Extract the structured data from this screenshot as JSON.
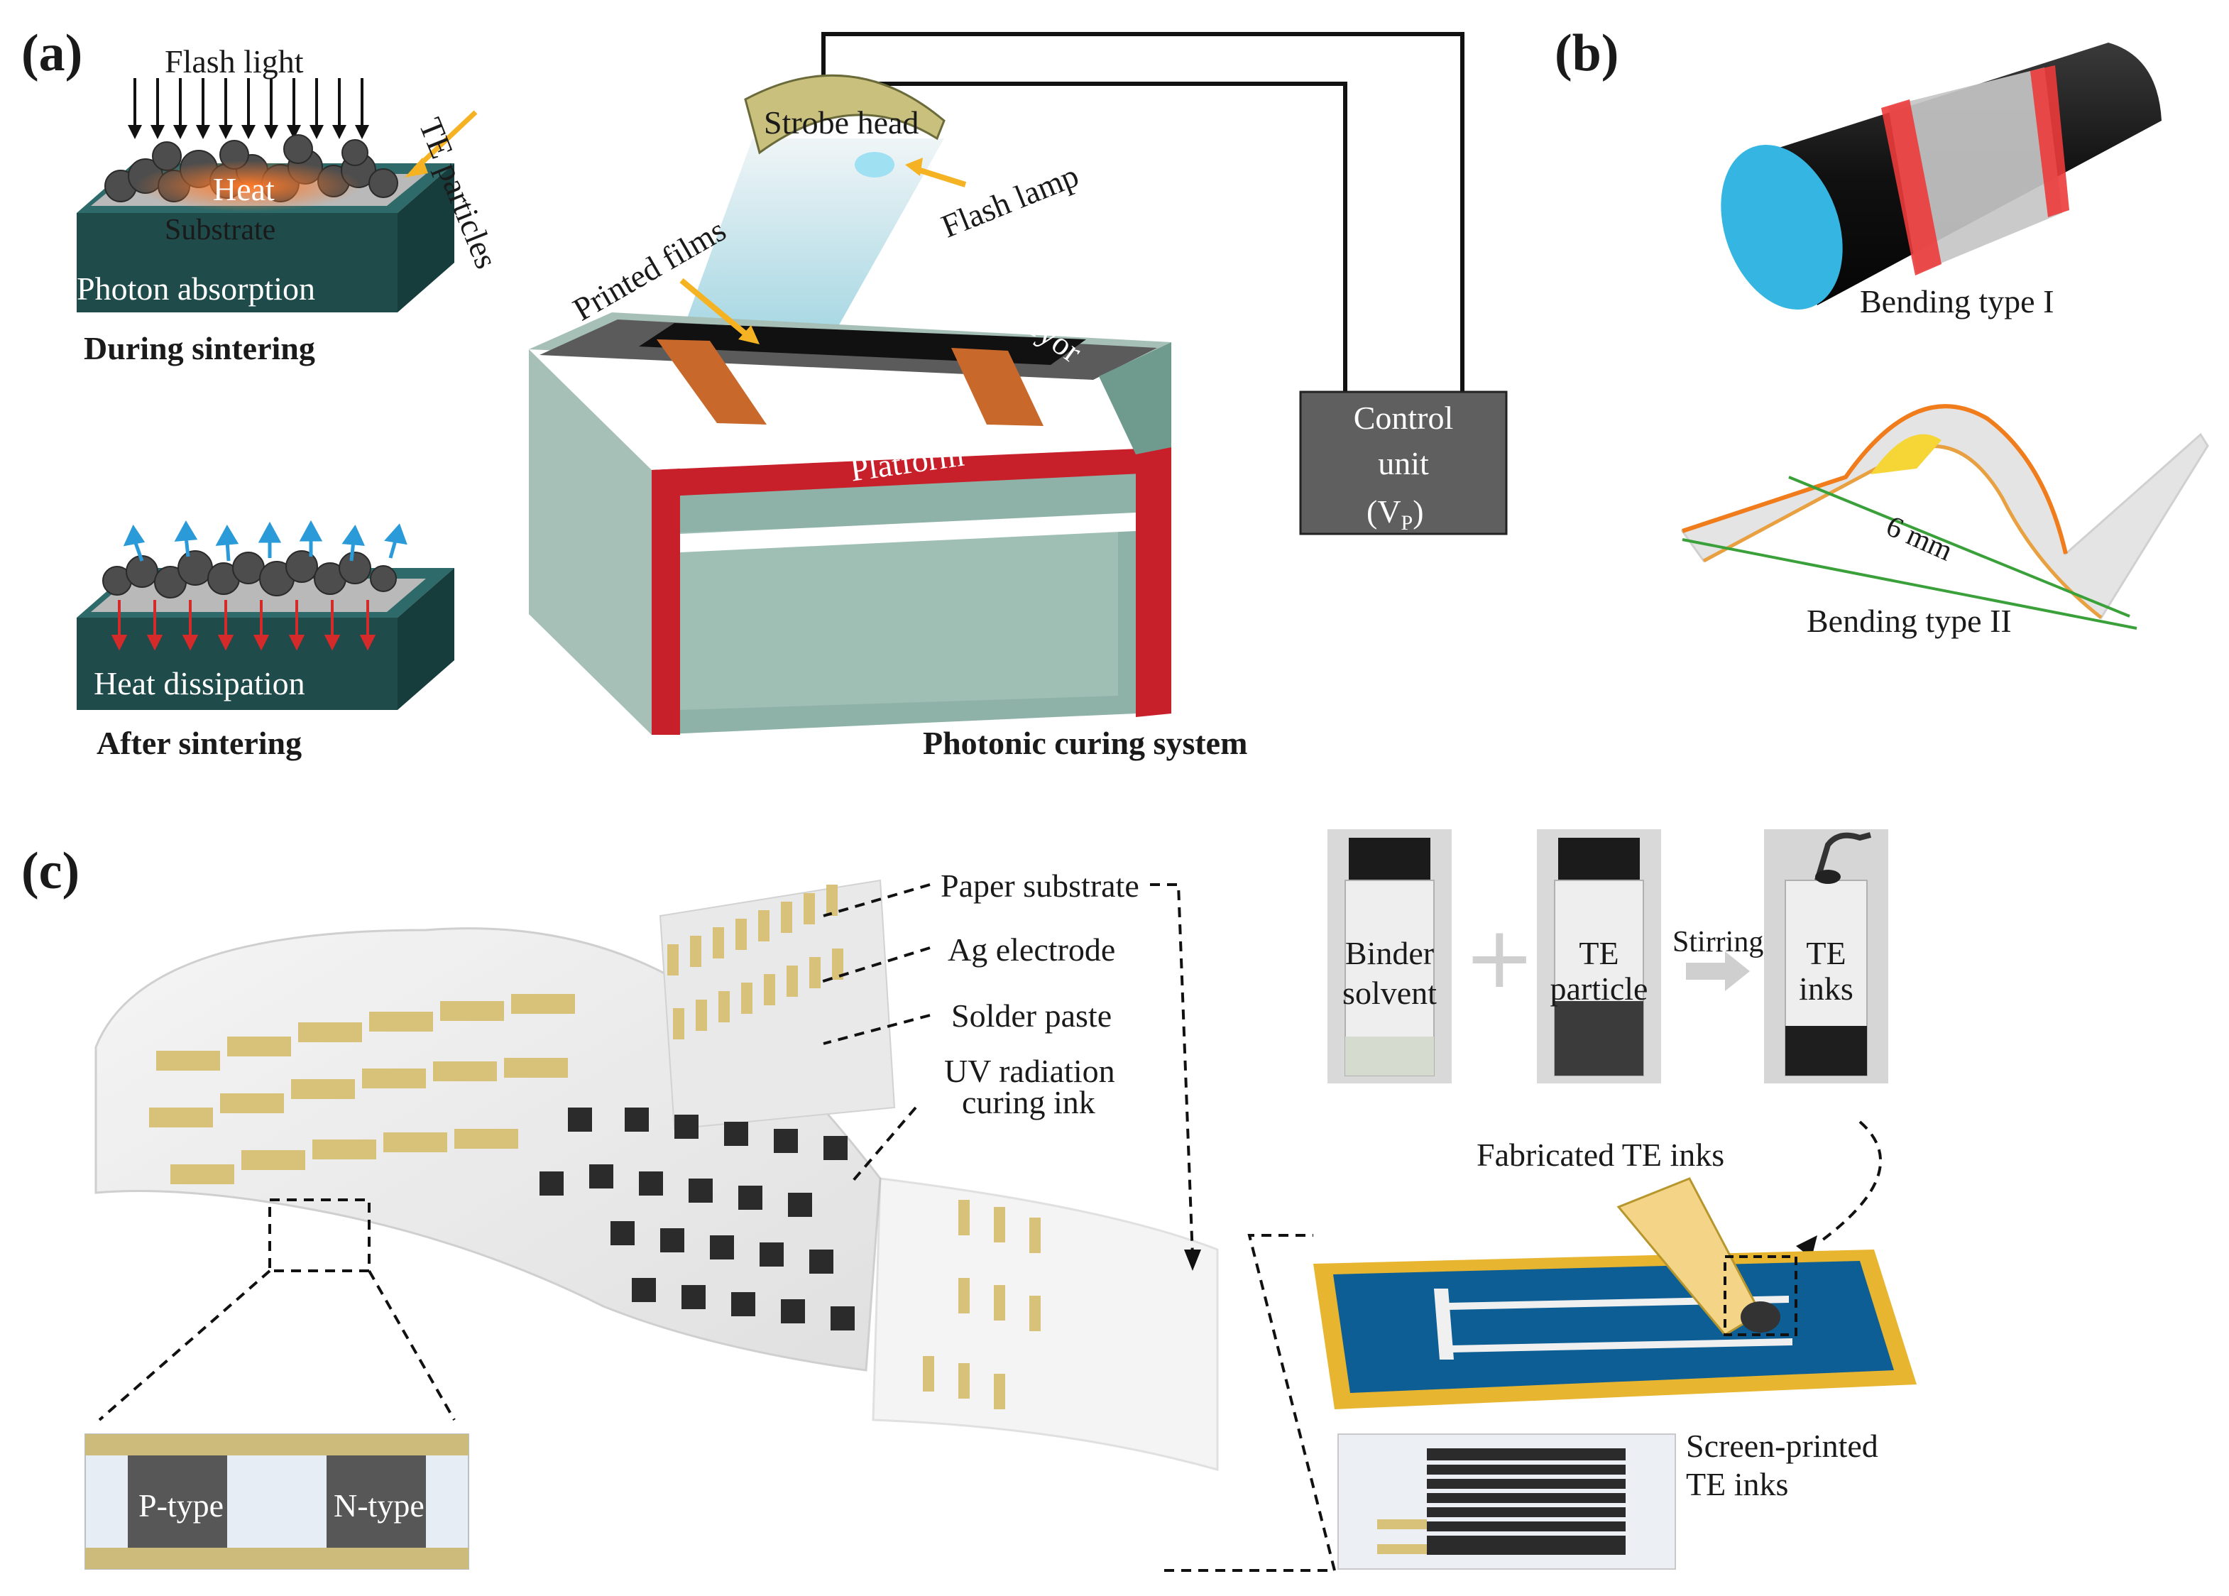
{
  "panels": {
    "a": "(a)",
    "b": "(b)",
    "c": "(c)"
  },
  "panel_a": {
    "flash_light": "Flash light",
    "te_particles": "TE particles",
    "heat": "Heat",
    "substrate": "Substrate",
    "photon_absorption": "Photon absorption",
    "during_sintering": "During sintering",
    "heat_dissipation": "Heat dissipation",
    "after_sintering": "After sintering",
    "strobe_head": "Strobe head",
    "flash_lamp": "Flash lamp",
    "printed_films": "Printed films",
    "conveyor": "Conveyor",
    "platform": "Platform",
    "control_unit_1": "Control",
    "control_unit_2": "unit",
    "control_unit_v": "(V",
    "control_unit_sub": "P",
    "control_unit_close": ")",
    "system_caption": "Photonic curing system"
  },
  "panel_b": {
    "bending_type_1": "Bending type I",
    "bending_type_2": "Bending type II",
    "dimension": "6 mm"
  },
  "panel_c": {
    "paper_substrate": "Paper substrate",
    "ag_electrode": "Ag electrode",
    "solder_paste": "Solder paste",
    "uv_1": "UV radiation",
    "uv_2": "curing ink",
    "p_type": "P-type",
    "n_type": "N-type",
    "binder_1": "Binder",
    "binder_2": "solvent",
    "plus": "+",
    "te_particle_1": "TE",
    "te_particle_2": "particle",
    "stirring": "Stirring",
    "te_inks_1": "TE",
    "te_inks_2": "inks",
    "fabricated": "Fabricated TE inks",
    "screen_printed_1": "Screen-printed",
    "screen_printed_2": "TE inks"
  },
  "colors": {
    "teal": "#1f4b4b",
    "red": "#c8202a",
    "orange": "#f5b324",
    "gold": "#d8c27a",
    "blue_screen": "#0d5e94"
  }
}
